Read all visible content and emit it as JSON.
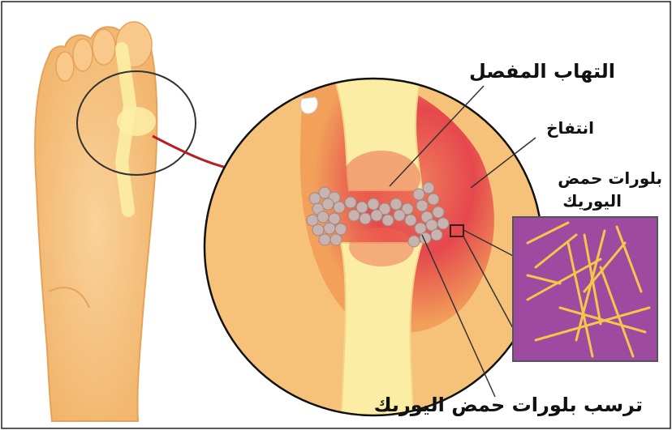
{
  "labels": {
    "inflammation": "التهاب المفصل",
    "swelling": "انتفاخ",
    "crystals_line1": "بلورات حمض",
    "crystals_line2": "اليوريك",
    "deposit": "ترسب بلورات حمض اليوريك"
  },
  "colors": {
    "background": "#ffffff",
    "skin": "#f7c17a",
    "bone": "#fbeea4",
    "inflamed": "#e5484d",
    "crystal_bg": "#9d4aa0",
    "crystal": "#f4c64a"
  },
  "icons": [
    "arrow-icon",
    "foot-illustration",
    "magnified-joint",
    "crystal-inset"
  ]
}
